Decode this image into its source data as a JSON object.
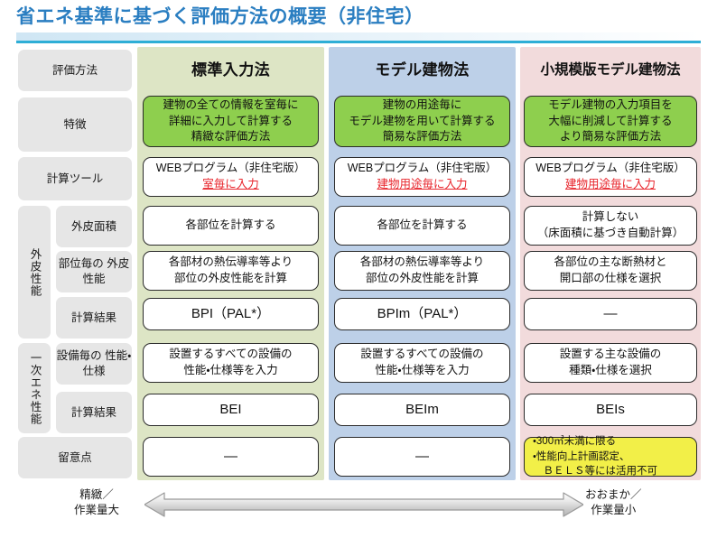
{
  "header": {
    "title": "省エネ基準に基づく評価方法の概要（非住宅）",
    "accent_color": "#2a7ec1",
    "rule_color": "#2eaed6"
  },
  "columns": [
    {
      "id": "standard",
      "label": "標準入力法",
      "panel_color": "#dde5c5"
    },
    {
      "id": "model",
      "label": "モデル建物法",
      "panel_color": "#bdd0e8"
    },
    {
      "id": "small",
      "label": "小規模版モデル建物法",
      "panel_color": "#f2dbdc"
    }
  ],
  "row_labels": {
    "method": "評価方法",
    "feature": "特徴",
    "tool": "計算ツール",
    "group_envelope": "外皮性能",
    "envelope_area": "外皮面積",
    "envelope_part": [
      "部位毎の",
      "外皮性能"
    ],
    "envelope_result": "計算結果",
    "group_energy": "一次エネ性能",
    "equipment_spec": [
      "設備毎の",
      "性能・仕様"
    ],
    "energy_result": "計算結果",
    "notes": "留意点"
  },
  "cells": {
    "feature": {
      "standard": [
        "建物の全ての情報を室毎に",
        "詳細に入力して計算する",
        "精緻な評価方法"
      ],
      "model": [
        "建物の用途毎に",
        "モデル建物を用いて計算する",
        "簡易な評価方法"
      ],
      "small": [
        "モデル建物の入力項目を",
        "大幅に削減して計算する",
        "より簡易な評価方法"
      ]
    },
    "tool": {
      "standard": {
        "top": "WEBプログラム（非住宅版）",
        "bottom": "室毎に入力"
      },
      "model": {
        "top": "WEBプログラム（非住宅版）",
        "bottom": "建物用途毎に入力"
      },
      "small": {
        "top": "WEBプログラム（非住宅版）",
        "bottom": "建物用途毎に入力"
      }
    },
    "envelope_area": {
      "standard": [
        "各部位を計算する"
      ],
      "model": [
        "各部位を計算する"
      ],
      "small": [
        "計算しない",
        "（床面積に基づき自動計算）"
      ]
    },
    "envelope_part": {
      "standard": [
        "各部材の熱伝導率等より",
        "部位の外皮性能を計算"
      ],
      "model": [
        "各部材の熱伝導率等より",
        "部位の外皮性能を計算"
      ],
      "small": [
        "各部位の主な断熱材と",
        "開口部の仕様を選択"
      ]
    },
    "envelope_result": {
      "standard": [
        "BPI（PAL*）"
      ],
      "model": [
        "BPIm（PAL*）"
      ],
      "small": [
        "―"
      ]
    },
    "equipment_spec": {
      "standard": [
        "設置するすべての設備の",
        "性能・仕様等を入力"
      ],
      "model": [
        "設置するすべての設備の",
        "性能・仕様等を入力"
      ],
      "small": [
        "設置する主な設備の",
        "種類・仕様を選択"
      ]
    },
    "energy_result": {
      "standard": [
        "BEI"
      ],
      "model": [
        "BEIm"
      ],
      "small": [
        "BEIs"
      ]
    },
    "notes": {
      "standard": [
        "―"
      ],
      "model": [
        "―"
      ],
      "small": [
        "・300㎡未満に限る",
        "・性能向上計画認定、",
        "　ＢＥＬＳ等には活用不可"
      ]
    }
  },
  "scale": {
    "left_label": [
      "精緻／",
      "作業量大"
    ],
    "right_label": [
      "おおまか／",
      "作業量小"
    ]
  }
}
